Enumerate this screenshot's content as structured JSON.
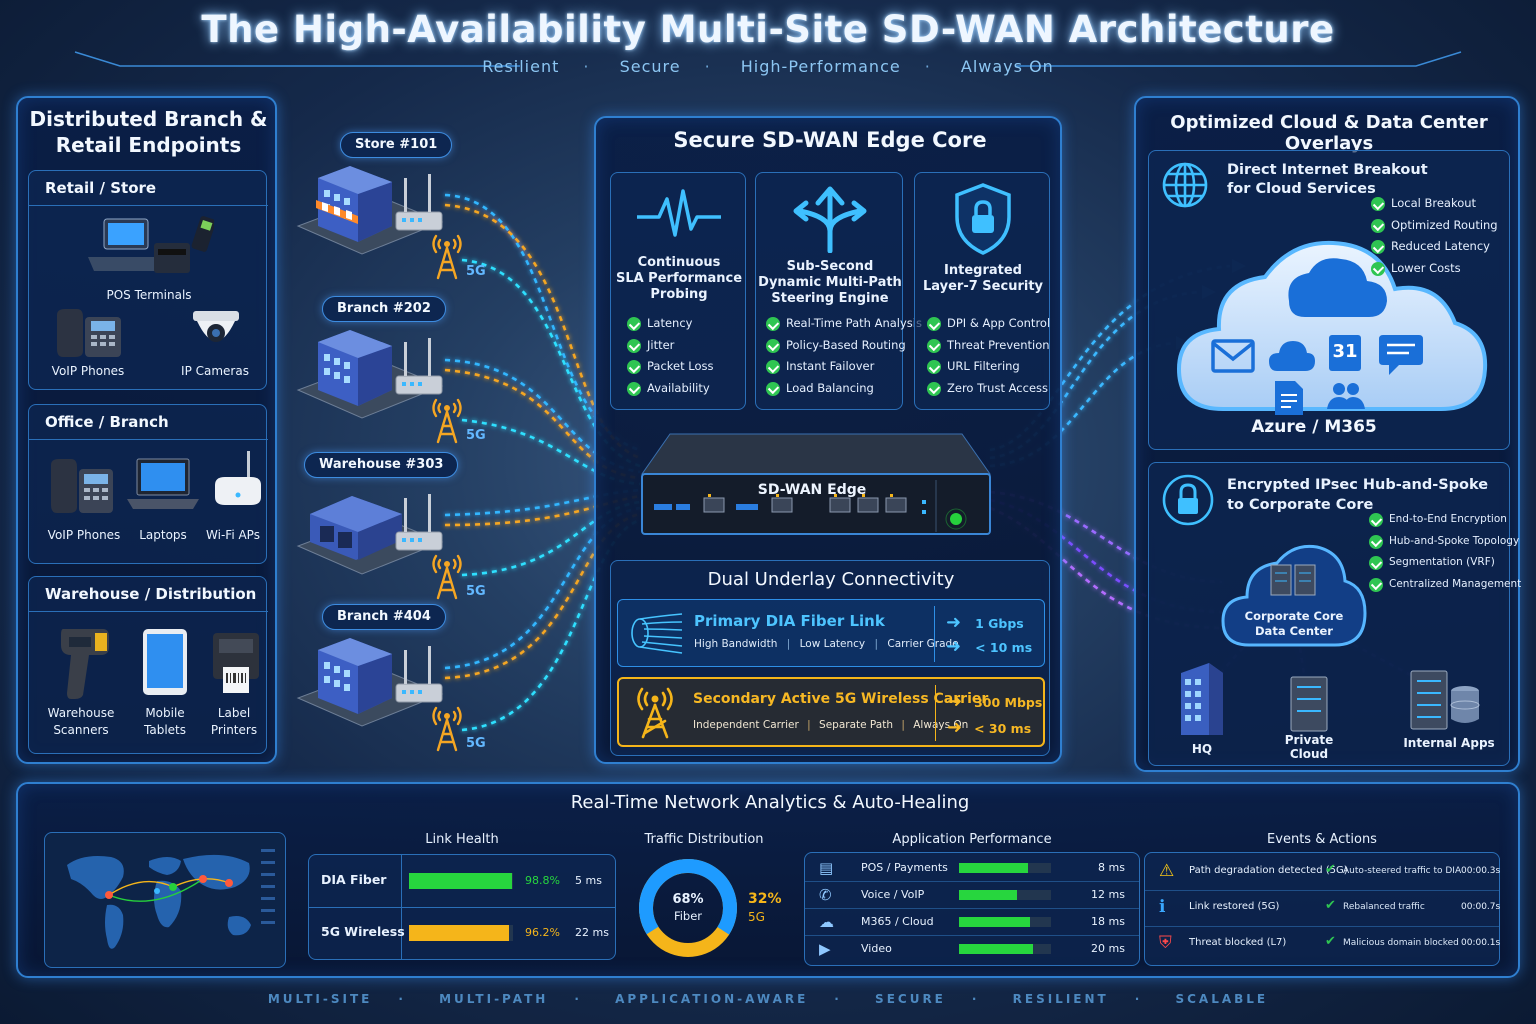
{
  "title": "The High-Availability Multi-Site SD-WAN Architecture",
  "subtitle": [
    "Resilient",
    "Secure",
    "High-Performance",
    "Always On"
  ],
  "left": {
    "title_l1": "Distributed Branch &",
    "title_l2": "Retail Endpoints",
    "retail": {
      "title": "Retail / Store",
      "pos": "POS Terminals",
      "voip": "VoIP Phones",
      "cams": "IP Cameras"
    },
    "office": {
      "title": "Office / Branch",
      "voip": "VoIP Phones",
      "laptops": "Laptops",
      "wifi": "Wi-Fi APs"
    },
    "warehouse": {
      "title": "Warehouse / Distribution",
      "scan1": "Warehouse",
      "scan2": "Scanners",
      "tab1": "Mobile",
      "tab2": "Tablets",
      "prn1": "Label",
      "prn2": "Printers"
    }
  },
  "sites": [
    {
      "label": "Store #101",
      "g5": "5G"
    },
    {
      "label": "Branch #202",
      "g5": "5G"
    },
    {
      "label": "Warehouse #303",
      "g5": "5G"
    },
    {
      "label": "Branch #404",
      "g5": "5G"
    }
  ],
  "core": {
    "title": "Secure SD-WAN Edge Core",
    "cards": [
      {
        "t1": "Continuous",
        "t2": "SLA Performance",
        "t3": "Probing",
        "items": [
          "Latency",
          "Jitter",
          "Packet Loss",
          "Availability"
        ]
      },
      {
        "t1": "Sub-Second",
        "t2": "Dynamic Multi-Path",
        "t3": "Steering Engine",
        "items": [
          "Real-Time Path Analysis",
          "Policy-Based Routing",
          "Instant Failover",
          "Load Balancing"
        ]
      },
      {
        "t1": "Integrated",
        "t2": "Layer-7 Security",
        "t3": "",
        "items": [
          "DPI & App Control",
          "Threat Prevention",
          "URL Filtering",
          "Zero Trust Access"
        ]
      }
    ],
    "device": "SD-WAN Edge",
    "underlay": {
      "title": "Dual Underlay Connectivity",
      "primary": {
        "name": "Primary DIA Fiber Link",
        "tags": [
          "High Bandwidth",
          "Low Latency",
          "Carrier Grade"
        ],
        "bw": "1 Gbps",
        "lat": "< 10 ms"
      },
      "secondary": {
        "name": "Secondary Active 5G Wireless Carrier",
        "tags": [
          "Independent Carrier",
          "Separate Path",
          "Always On"
        ],
        "bw": "300 Mbps",
        "lat": "< 30 ms"
      }
    }
  },
  "right": {
    "title": "Optimized Cloud & Data Center Overlays",
    "dia": {
      "t1": "Direct Internet Breakout",
      "t2": "for Cloud Services",
      "items": [
        "Local Breakout",
        "Optimized Routing",
        "Reduced Latency",
        "Lower Costs"
      ],
      "cloud": "Azure / M365",
      "cal": "31"
    },
    "ipsec": {
      "t1": "Encrypted IPsec Hub-and-Spoke",
      "t2": "to Corporate Core",
      "items": [
        "End-to-End Encryption",
        "Hub-and-Spoke Topology",
        "Segmentation (VRF)",
        "Centralized Management"
      ],
      "core1": "Corporate Core",
      "core2": "Data Center",
      "hq": "HQ",
      "pc1": "Private",
      "pc2": "Cloud",
      "apps": "Internal Apps"
    }
  },
  "analytics": {
    "title": "Real-Time Network Analytics & Auto-Healing",
    "link_health": {
      "title": "Link Health",
      "rows": [
        {
          "name": "DIA Fiber",
          "pct": "98.8%",
          "fill": 0.988,
          "lat": "5 ms",
          "color": "#27d63e"
        },
        {
          "name": "5G Wireless",
          "pct": "96.2%",
          "fill": 0.962,
          "lat": "22 ms",
          "color": "#f5b51a"
        }
      ]
    },
    "traffic": {
      "title": "Traffic Distribution",
      "fiber_pct": "68%",
      "fiber": "Fiber",
      "g5_pct": "32%",
      "g5": "5G",
      "fiber_frac": 0.68
    },
    "apps": {
      "title": "Application Performance",
      "rows": [
        {
          "name": "POS / Payments",
          "fill": 0.75,
          "lat": "8 ms",
          "icon": "pos-icon"
        },
        {
          "name": "Voice / VoIP",
          "fill": 0.63,
          "lat": "12 ms",
          "icon": "phone-icon"
        },
        {
          "name": "M365 / Cloud",
          "fill": 0.77,
          "lat": "18 ms",
          "icon": "cloud-icon"
        },
        {
          "name": "Video",
          "fill": 0.8,
          "lat": "20 ms",
          "icon": "video-icon"
        }
      ]
    },
    "events": {
      "title": "Events & Actions",
      "rows": [
        {
          "event": "Path degradation detected (5G)",
          "action": "Auto-steered traffic to DIA",
          "time": "00:00.3s",
          "icon": "warning-icon"
        },
        {
          "event": "Link restored (5G)",
          "action": "Rebalanced traffic",
          "time": "00:00.7s",
          "icon": "info-icon"
        },
        {
          "event": "Threat blocked (L7)",
          "action": "Malicious domain blocked",
          "time": "00:00.1s",
          "icon": "shield-icon"
        }
      ]
    }
  },
  "footer": [
    "MULTI-SITE",
    "MULTI-PATH",
    "APPLICATION-AWARE",
    "SECURE",
    "RESILIENT",
    "SCALABLE"
  ],
  "colors": {
    "accent": "#3aa8ff",
    "fiber": "#27d63e",
    "wireless": "#f5b51a",
    "purple": "#8f5bff",
    "panel_border": "#2f7fd0"
  }
}
